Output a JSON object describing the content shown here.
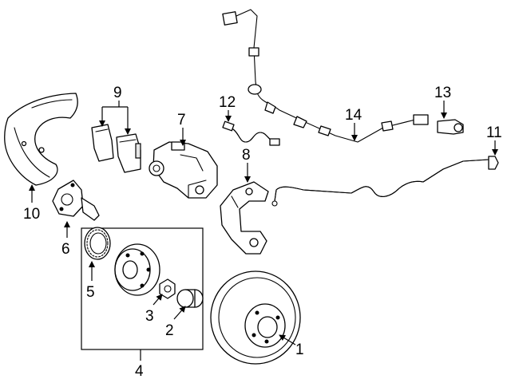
{
  "callouts": {
    "c1": "1",
    "c2": "2",
    "c3": "3",
    "c4": "4",
    "c5": "5",
    "c6": "6",
    "c7": "7",
    "c8": "8",
    "c9": "9",
    "c10": "10",
    "c11": "11",
    "c12": "12",
    "c13": "13",
    "c14": "14"
  },
  "colors": {
    "line": "#000000",
    "background": "#ffffff",
    "shade": "#e6e6e6"
  },
  "icons": {
    "arrowhead": "arrowhead-icon"
  }
}
